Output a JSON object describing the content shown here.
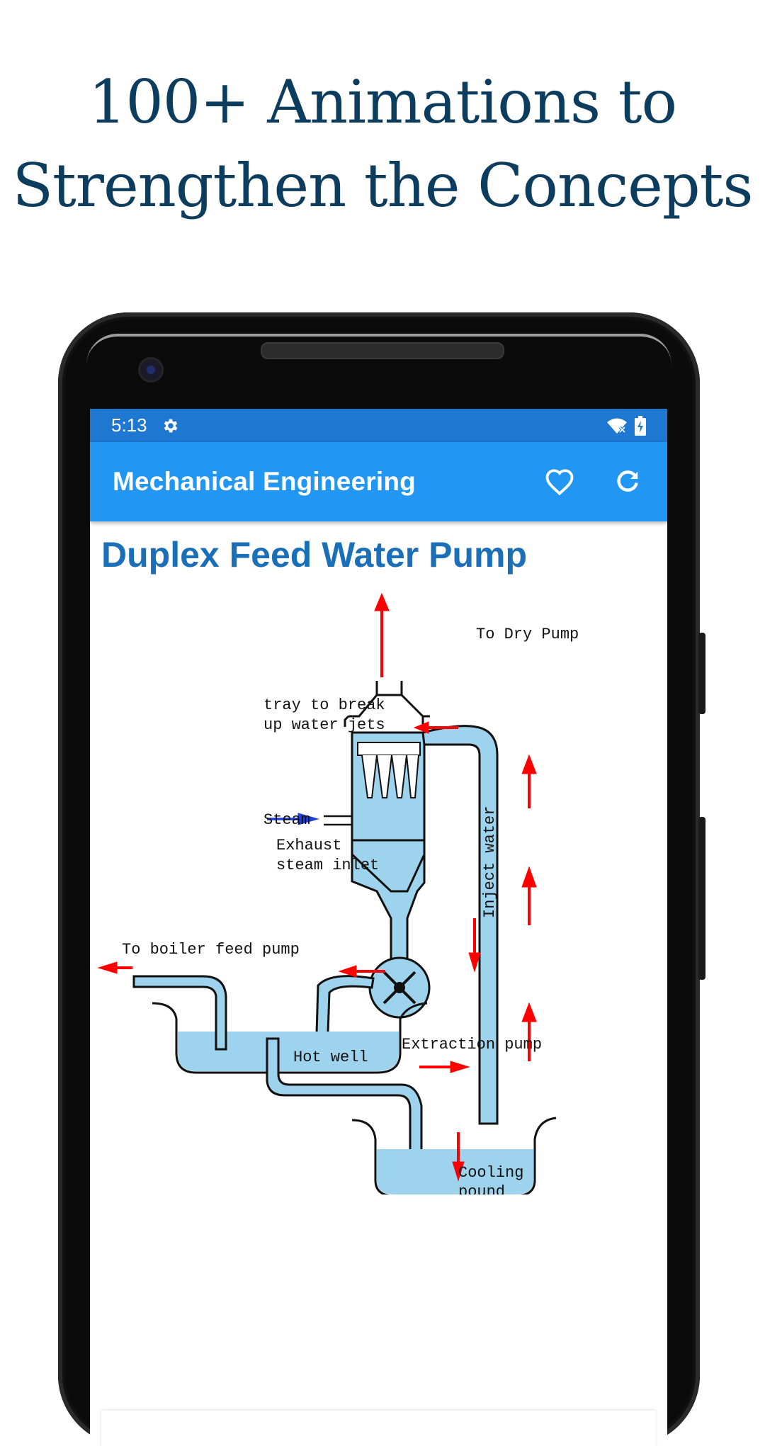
{
  "promo": {
    "headline_line1": "100+ Animations to",
    "headline_line2": "Strengthen the Concepts"
  },
  "status_bar": {
    "time": "5:13",
    "icons": [
      "gear-icon",
      "wifi-off-icon",
      "battery-charging-icon"
    ]
  },
  "app_bar": {
    "title": "Mechanical Engineering",
    "actions": [
      "heart-icon",
      "refresh-icon"
    ]
  },
  "topic": {
    "title": "Duplex Feed Water Pump"
  },
  "diagram": {
    "labels": {
      "to_dry_pump": "To Dry Pump",
      "tray_line1": "tray to break",
      "tray_line2": "up water jets",
      "steam": "Steam",
      "exhaust_line1": "Exhaust",
      "exhaust_line2": "steam inlet",
      "inject_water": "Inject water",
      "to_boiler": "To boiler feed pump",
      "hot_well": "Hot well",
      "extraction_pump": "Extraction pump",
      "cooling_line1": "Cooling",
      "cooling_line2": "pound"
    },
    "colors": {
      "water": "#9dd3ec",
      "outline": "#111111",
      "flow_arrow": "#ff0000",
      "steam_arrow": "#1f3fe0"
    }
  },
  "colors": {
    "headline": "#0d3d5e",
    "status_bar": "#1e77d0",
    "app_bar": "#2196f3",
    "topic_title": "#1a6fb8"
  }
}
